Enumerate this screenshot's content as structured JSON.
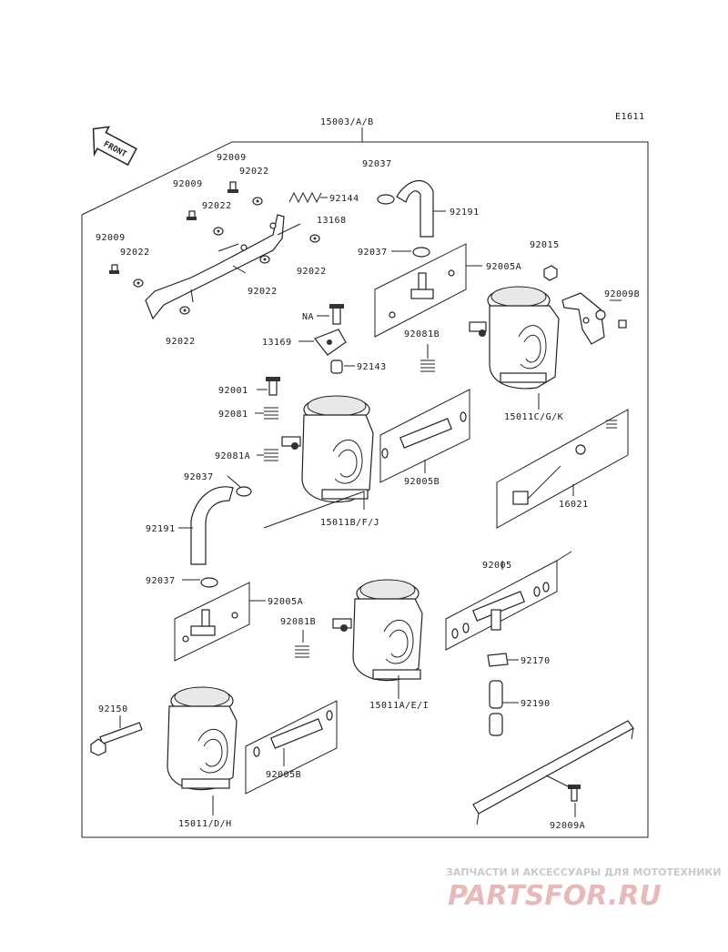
{
  "diagram_code": "E1611",
  "assembly_label": "15003/A/B",
  "front_arrow_label": "FRONT",
  "parts": {
    "p92009_a": "92009",
    "p92022_a": "92022",
    "p92144": "92144",
    "p92009_b": "92009",
    "p92022_b": "92022",
    "p13168": "13168",
    "p92009_c": "92009",
    "p92022_c": "92022",
    "p92022_d": "92022",
    "p92022_e": "92022",
    "p92022_f": "92022",
    "p92037_a": "92037",
    "p92191_a": "92191",
    "p92037_b": "92037",
    "p92015": "92015",
    "p92005A_a": "92005A",
    "p92009B": "92009B",
    "pNA": "NA",
    "p13169": "13169",
    "p92081B_a": "92081B",
    "p92143": "92143",
    "p92001": "92001",
    "p92081": "92081",
    "p15011CGK": "15011C/G/K",
    "p92081A": "92081A",
    "p92037_c": "92037",
    "p92005B_a": "92005B",
    "p16021": "16021",
    "p15011BFJ": "15011B/F/J",
    "p92191_b": "92191",
    "p92005": "92005",
    "p92037_d": "92037",
    "p92005A_b": "92005A",
    "p92081B_b": "92081B",
    "p92170": "92170",
    "p15011AEI": "15011A/E/I",
    "p92190": "92190",
    "p92150": "92150",
    "p92005B_b": "92005B",
    "p15011DH": "15011/D/H",
    "p92009A": "92009A"
  },
  "watermark": {
    "tagline": "ЗАПЧАСТИ И АКСЕССУАРЫ ДЛЯ МОТОТЕХНИКИ",
    "brand": "PARTSFOR.RU"
  }
}
